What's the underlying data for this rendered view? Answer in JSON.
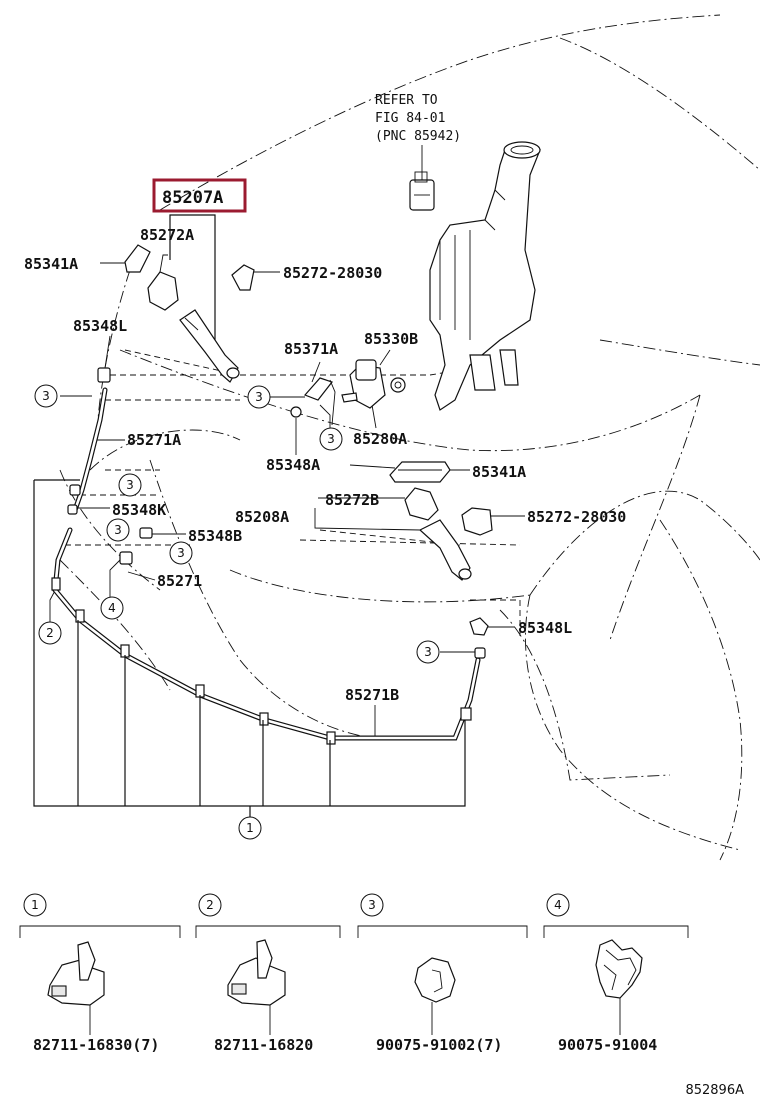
{
  "refer": {
    "line1": "REFER TO",
    "line2": "FIG 84-01",
    "line3": "(PNC 85942)"
  },
  "highlight": {
    "label": "85207A",
    "color": "#9b1b30"
  },
  "labels": {
    "p85272A": "85272A",
    "p85341A_left": "85341A",
    "p85272_28030_top": "85272-28030",
    "p85348L_left": "85348L",
    "p85371A": "85371A",
    "p85330B": "85330B",
    "p85271A": "85271A",
    "p85280A": "85280A",
    "p85348A": "85348A",
    "p85341A_right": "85341A",
    "p85348K": "85348K",
    "p85272B": "85272B",
    "p85208A": "85208A",
    "p85272_28030_right": "85272-28030",
    "p85348B": "85348B",
    "p85271": "85271",
    "p85348L_right": "85348L",
    "p85271B": "85271B"
  },
  "callouts": {
    "c1": "1",
    "c2": "2",
    "c3": "3",
    "c4": "4"
  },
  "legend": [
    {
      "num": "1",
      "part": "82711-16830(7)"
    },
    {
      "num": "2",
      "part": "82711-16820"
    },
    {
      "num": "3",
      "part": "90075-91002(7)"
    },
    {
      "num": "4",
      "part": "90075-91004"
    }
  ],
  "figure_code": "852896A"
}
